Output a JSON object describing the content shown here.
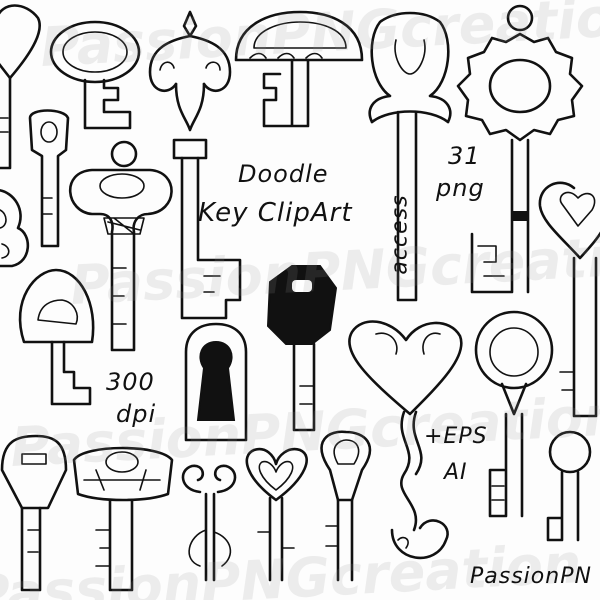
{
  "title_line1": "Doodle",
  "title_line2": "Key ClipArt",
  "count_number": "31",
  "count_format": "png",
  "resolution_number": "300",
  "resolution_unit": "dpi",
  "formats_line1": "+EPS",
  "formats_line2": "AI",
  "engraving": "access",
  "brand": "PassionPN",
  "watermark_text": "PassionPNGcreation",
  "colors": {
    "ink": "#111111",
    "paper": "#fdfdfd",
    "watermark": "#969696"
  }
}
